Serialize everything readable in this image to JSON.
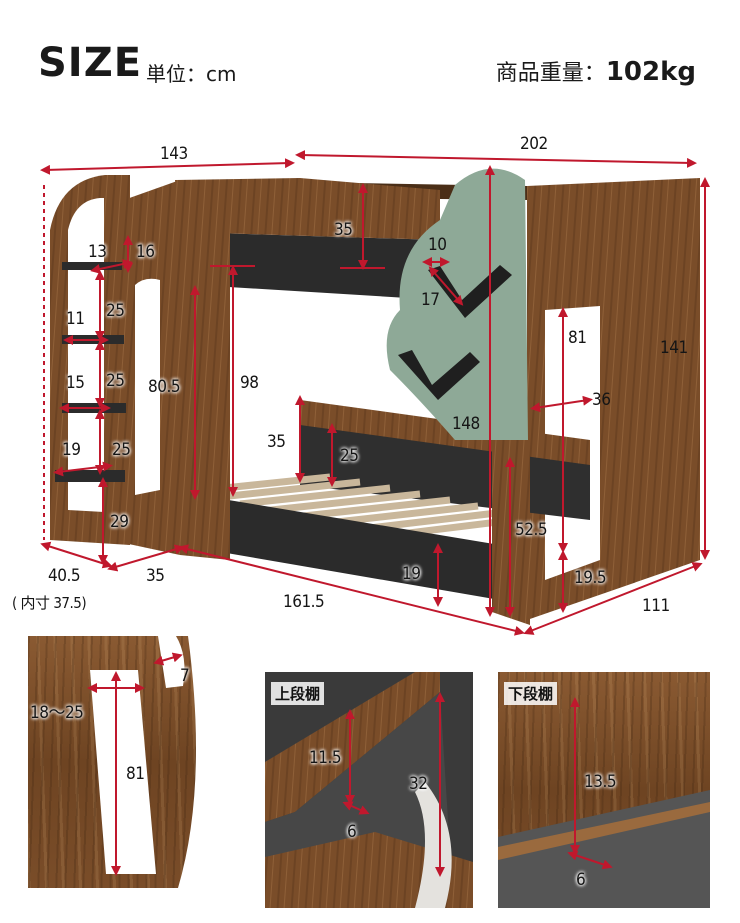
{
  "header": {
    "title": "SIZE",
    "unit": "単位：cm",
    "weight_label": "商品重量：",
    "weight_value": "102kg"
  },
  "main_dims": {
    "top_width": "143",
    "top_length": "202",
    "rail_height": "35",
    "step_w1": "13",
    "step_w2": "16",
    "step_gap1": "25",
    "step_depth1": "11",
    "step_gap2": "25",
    "step_depth2": "15",
    "step_gap3": "25",
    "step_depth3": "19",
    "bottom_step": "29",
    "upper_clear": "80.5",
    "inner_height": "98",
    "hook_size": "10",
    "hook_depth": "17",
    "end_opening": "81",
    "total_height": "141",
    "end_inner_depth": "36",
    "tree_height": "148",
    "lower_rail": "35",
    "lower_rail2": "25",
    "lower_post": "52.5",
    "lower_floor": "19",
    "lower_end": "19.5",
    "ladder_width": "40.5",
    "ladder_inner": "( 内寸 37.5)",
    "ladder_depth": "35",
    "bed_length": "161.5",
    "bed_width": "111"
  },
  "detail_ladder": {
    "slot_width": "18〜25",
    "slot_gap": "7",
    "slot_height": "81"
  },
  "detail_upper": {
    "label": "上段棚",
    "height": "11.5",
    "depth": "6",
    "width": "32"
  },
  "detail_lower": {
    "label": "下段棚",
    "height": "13.5",
    "depth": "6"
  },
  "colors": {
    "accent": "#c0182d",
    "wood": "#7a4d29",
    "dark_wood": "#2b2b2b",
    "tree": "#8ea997"
  }
}
